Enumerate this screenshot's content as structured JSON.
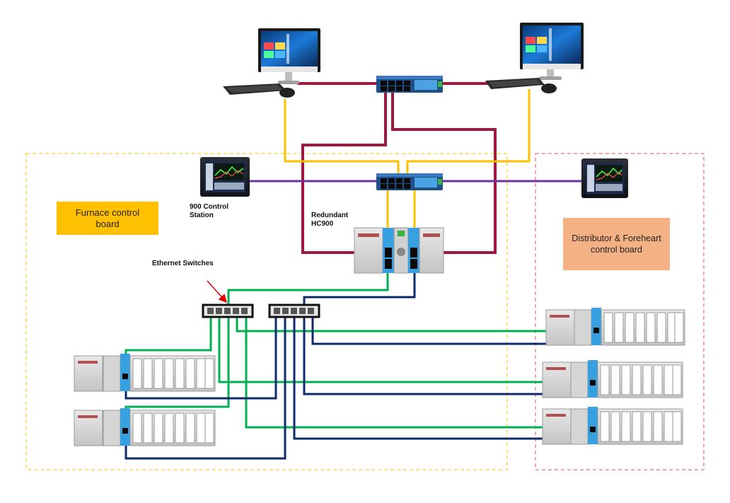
{
  "labels": {
    "furnace_board_line1": "Furnace control",
    "furnace_board_line2": "board",
    "station_line1": "900 Control",
    "station_line2": "Station",
    "redundant_line1": "Redundant",
    "redundant_line2": "HC900",
    "ethernet_switches": "Ethernet Switches",
    "distributor_line1": "Distributor & Foreheart",
    "distributor_line2": "control board"
  },
  "colors": {
    "network_red": "#a0193d",
    "network_yellow": "#ffc000",
    "network_purple": "#7030a0",
    "network_green": "#00b050",
    "network_navy": "#0f2a6b",
    "furnace_zone_border": "#ffc000",
    "distributor_zone_border": "#e05050",
    "arrow": "#e00000"
  },
  "icons": [
    "monitor-icon",
    "keyboard-icon",
    "mouse-icon",
    "ethernet-switch-icon",
    "touch-panel-icon",
    "hc900-controller-icon",
    "io-rack-icon"
  ]
}
